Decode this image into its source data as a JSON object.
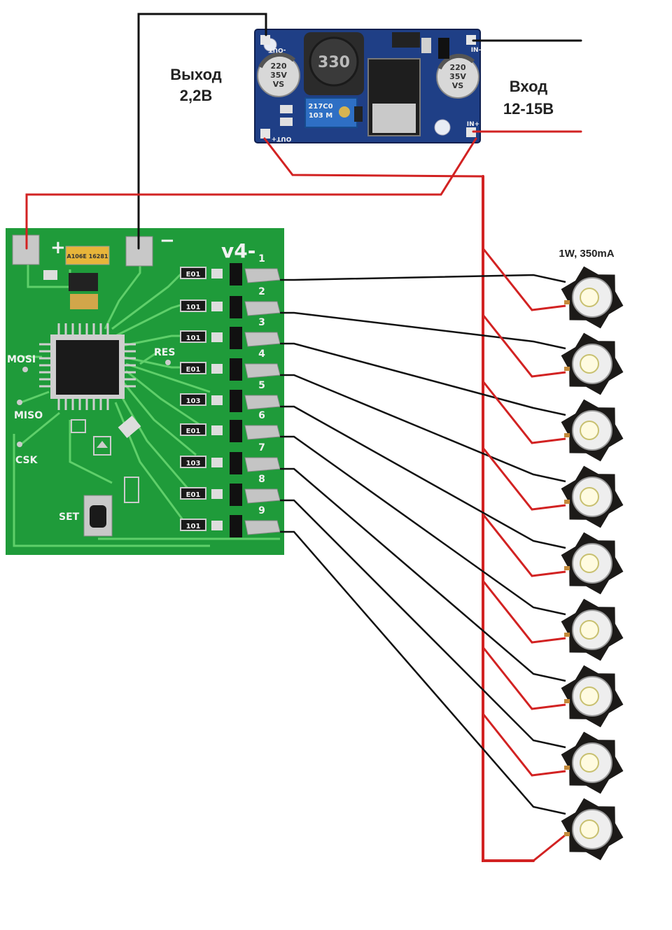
{
  "labels": {
    "output_title": "Выход",
    "output_value": "2,2В",
    "input_title": "Вход",
    "input_value": "12-15В",
    "led_spec": "1W, 350mA"
  },
  "converter": {
    "inductor_code": "330",
    "cap_left": [
      "220",
      "35V",
      "VS"
    ],
    "cap_right": [
      "220",
      "35V",
      "VS"
    ],
    "trimmer_code": "217C0",
    "trimmer_sub": "103 M",
    "pin_out_minus": "-OUT",
    "pin_out_plus": "OUT+",
    "pin_in_minus": "IN-",
    "pin_in_plus": "IN+"
  },
  "board": {
    "version": "v4-",
    "plus_sign": "+",
    "minus_sign": "−",
    "pins": [
      "MOSI",
      "MISO",
      "CSK",
      "RES",
      "SET"
    ],
    "channels": [
      "1",
      "2",
      "3",
      "4",
      "5",
      "6",
      "7",
      "8",
      "9"
    ],
    "resistor_codes": [
      "E01",
      "101",
      "101",
      "E01",
      "103",
      "E01",
      "103",
      "E01",
      "101"
    ],
    "cap_code": "A106E 16281"
  },
  "colors": {
    "pcb": "#1f9b3a",
    "trace": "#5fcf6a",
    "converter": "#1f3f86",
    "wire_positive": "#d22222",
    "wire_negative": "#111111",
    "led_base": "#1c1a18"
  },
  "led_count": 9
}
